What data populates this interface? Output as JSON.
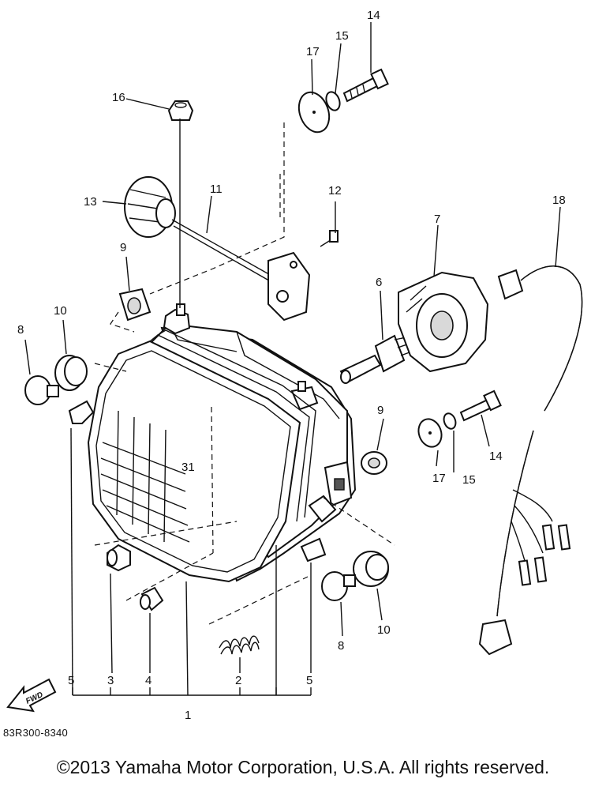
{
  "diagram": {
    "callouts": {
      "c1": "1",
      "c2": "2",
      "c3": "3",
      "c4": "4",
      "c5a": "5",
      "c5b": "5",
      "c6": "6",
      "c7": "7",
      "c8a": "8",
      "c8b": "8",
      "c9a": "9",
      "c9b": "9",
      "c10a": "10",
      "c10b": "10",
      "c11": "11",
      "c12": "12",
      "c13": "13",
      "c14a": "14",
      "c14b": "14",
      "c15a": "15",
      "c15b": "15",
      "c16": "16",
      "c17a": "17",
      "c17b": "17",
      "c18": "18",
      "c31": "31"
    },
    "fwd_label": "FWD",
    "drawing_code": "83R300-8340"
  },
  "copyright": "©2013 Yamaha Motor Corporation, U.S.A. All rights reserved."
}
